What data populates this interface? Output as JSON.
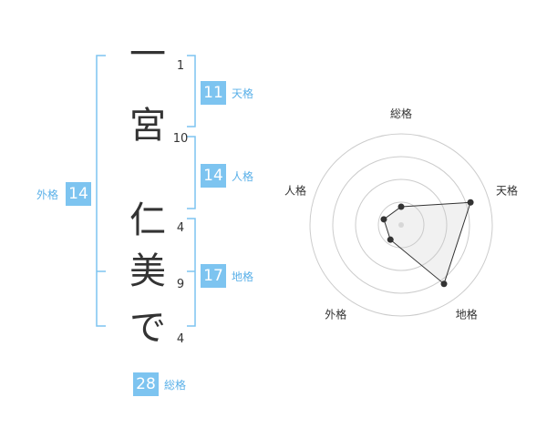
{
  "name_chars": [
    {
      "char": "一",
      "strokes": "1"
    },
    {
      "char": "宮",
      "strokes": "10"
    },
    {
      "char": "仁",
      "strokes": "4"
    },
    {
      "char": "美",
      "strokes": "9"
    },
    {
      "char": "で",
      "strokes": "4"
    }
  ],
  "kakusu": {
    "tenkaku": {
      "value": "11",
      "label": "天格"
    },
    "jinkaku": {
      "value": "14",
      "label": "人格"
    },
    "chikaku": {
      "value": "17",
      "label": "地格"
    },
    "gaikaku": {
      "value": "14",
      "label": "外格"
    },
    "soukaku": {
      "value": "28",
      "label": "総格"
    }
  },
  "colors": {
    "accent": "#7dc4f0",
    "label": "#5ab0e8",
    "text": "#333333"
  },
  "chart_data": {
    "type": "radar",
    "axes": [
      "総格",
      "天格",
      "地格",
      "外格",
      "人格"
    ],
    "values": [
      1,
      4,
      4,
      1,
      1
    ],
    "range": [
      0,
      5
    ],
    "rings": 4,
    "grid": true
  }
}
